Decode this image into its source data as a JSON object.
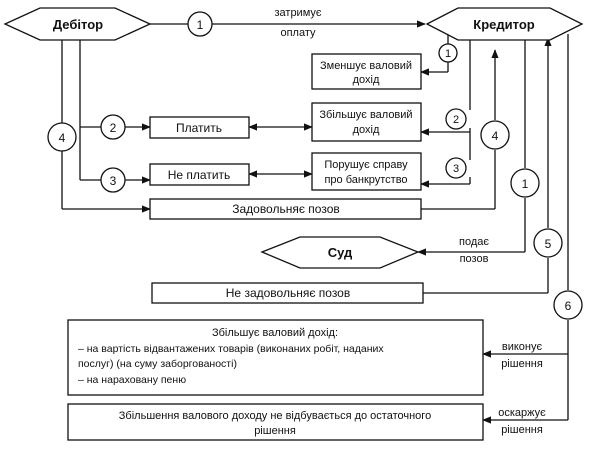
{
  "nodes": {
    "debtor": "Дебітор",
    "creditor": "Кредитор",
    "court": "Суд",
    "reduce_income": [
      "Зменшує валовий",
      "дохід"
    ],
    "increase_income": [
      "Збільшує валовий",
      "дохід"
    ],
    "bankruptcy": [
      "Порушує справу",
      "про банкрутство"
    ],
    "pays": "Платить",
    "not_pays": "Не платить",
    "claim_satisfied": "Задовольняє позов",
    "claim_rejected": "Не задовольняє позов",
    "increase_box": [
      "Збільшує валовий дохід:",
      "– на вартість відвантажених товарів (виконаних робіт, наданих",
      "послуг) (на суму заборгованості)",
      "– на нараховану пеню"
    ],
    "no_increase": [
      "Збільшення валового доходу не відбувається до остаточного",
      "рішення"
    ]
  },
  "edge_labels": {
    "delays_payment": [
      "затримує",
      "оплату"
    ],
    "files_claim": [
      "подає",
      "позов"
    ],
    "executes": [
      "виконує",
      "рішення"
    ],
    "appeals": [
      "оскаржує",
      "рішення"
    ]
  },
  "circles": {
    "c1_top": "1",
    "c1_right": "1",
    "c1_vertical": "1",
    "c2_left": "2",
    "c2_right": "2",
    "c3_left": "3",
    "c3_right": "3",
    "c4_left": "4",
    "c4_right": "4",
    "c5": "5",
    "c6": "6"
  }
}
